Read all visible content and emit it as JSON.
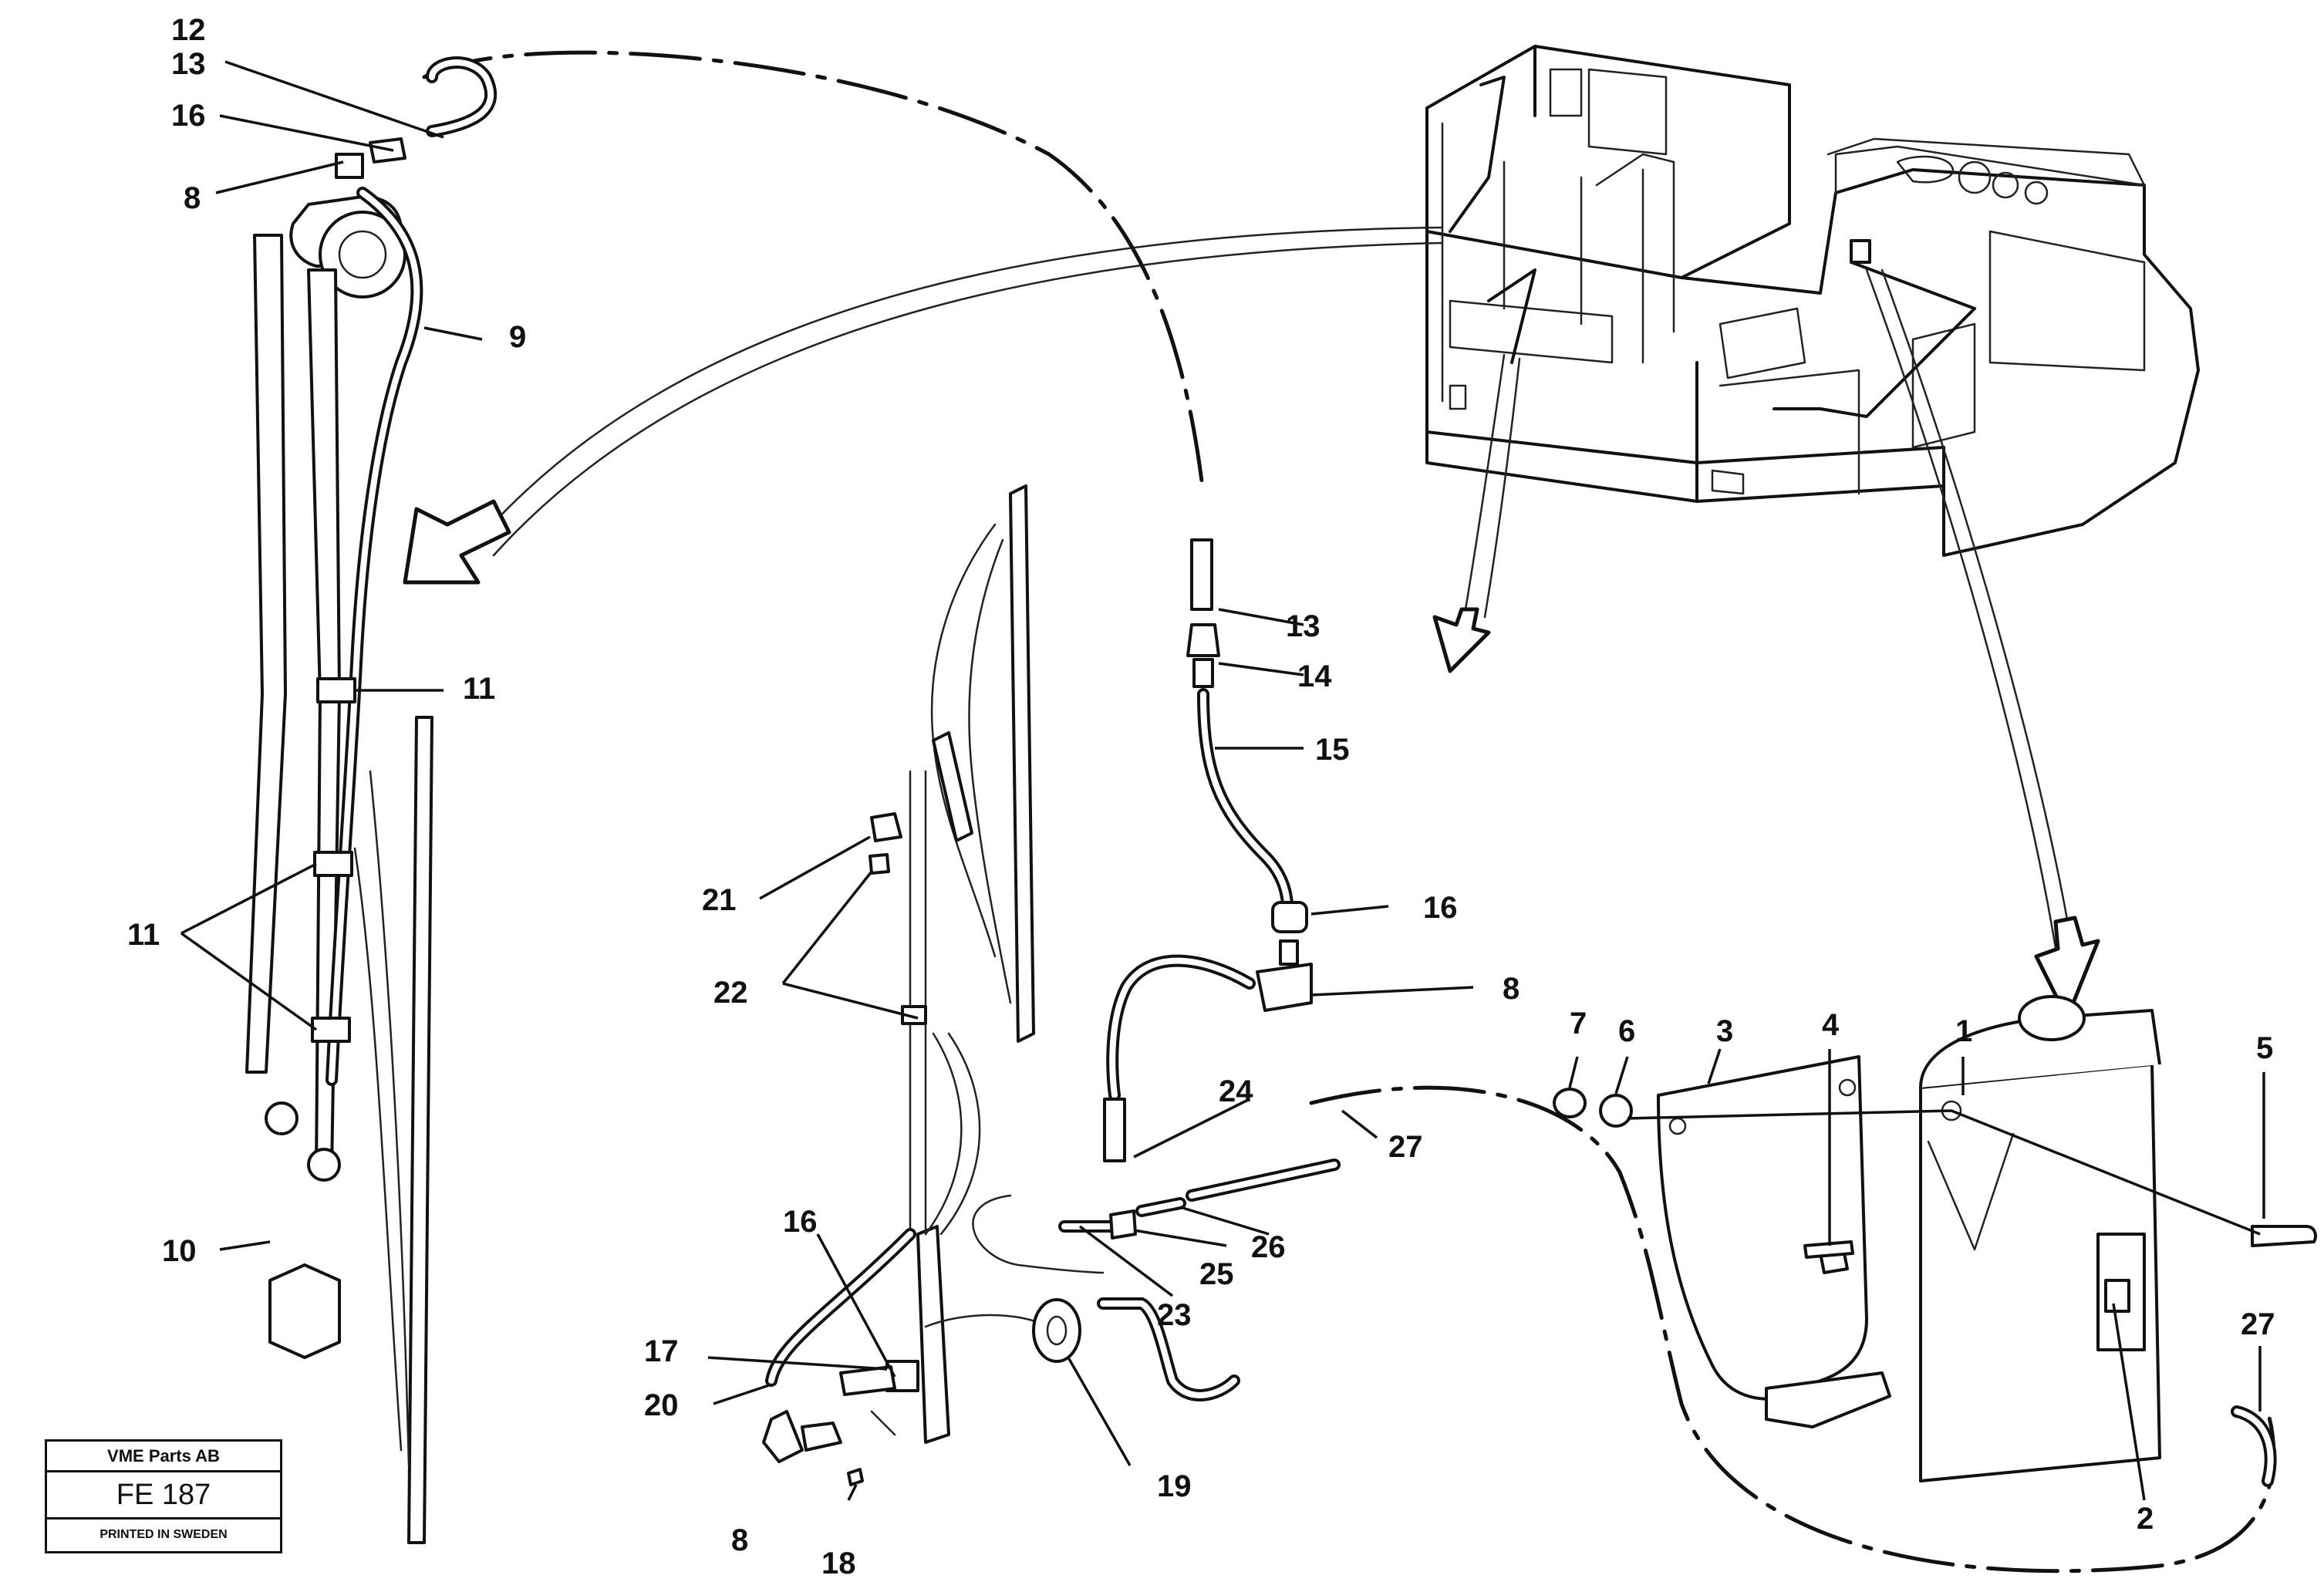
{
  "title_block": {
    "company": "VME Parts AB",
    "code": "FE 187",
    "footer": "PRINTED IN SWEDEN"
  },
  "callouts": [
    {
      "id": "c12a",
      "label": "12"
    },
    {
      "id": "c13a",
      "label": "13"
    },
    {
      "id": "c16a",
      "label": "16"
    },
    {
      "id": "c8a",
      "label": "8"
    },
    {
      "id": "c9",
      "label": "9"
    },
    {
      "id": "c11a",
      "label": "11"
    },
    {
      "id": "c11b",
      "label": "11"
    },
    {
      "id": "c10",
      "label": "10"
    },
    {
      "id": "c13b",
      "label": "13"
    },
    {
      "id": "c14",
      "label": "14"
    },
    {
      "id": "c15",
      "label": "15"
    },
    {
      "id": "c16b",
      "label": "16"
    },
    {
      "id": "c8b",
      "label": "8"
    },
    {
      "id": "c21",
      "label": "21"
    },
    {
      "id": "c22",
      "label": "22"
    },
    {
      "id": "c24",
      "label": "24"
    },
    {
      "id": "c27a",
      "label": "27"
    },
    {
      "id": "c16c",
      "label": "16"
    },
    {
      "id": "c25",
      "label": "25"
    },
    {
      "id": "c26",
      "label": "26"
    },
    {
      "id": "c23",
      "label": "23"
    },
    {
      "id": "c17",
      "label": "17"
    },
    {
      "id": "c20",
      "label": "20"
    },
    {
      "id": "c19",
      "label": "19"
    },
    {
      "id": "c8c",
      "label": "8"
    },
    {
      "id": "c18",
      "label": "18"
    },
    {
      "id": "c7",
      "label": "7"
    },
    {
      "id": "c6",
      "label": "6"
    },
    {
      "id": "c3",
      "label": "3"
    },
    {
      "id": "c4",
      "label": "4"
    },
    {
      "id": "c1",
      "label": "1"
    },
    {
      "id": "c5",
      "label": "5"
    },
    {
      "id": "c27b",
      "label": "27"
    },
    {
      "id": "c2",
      "label": "2"
    }
  ]
}
